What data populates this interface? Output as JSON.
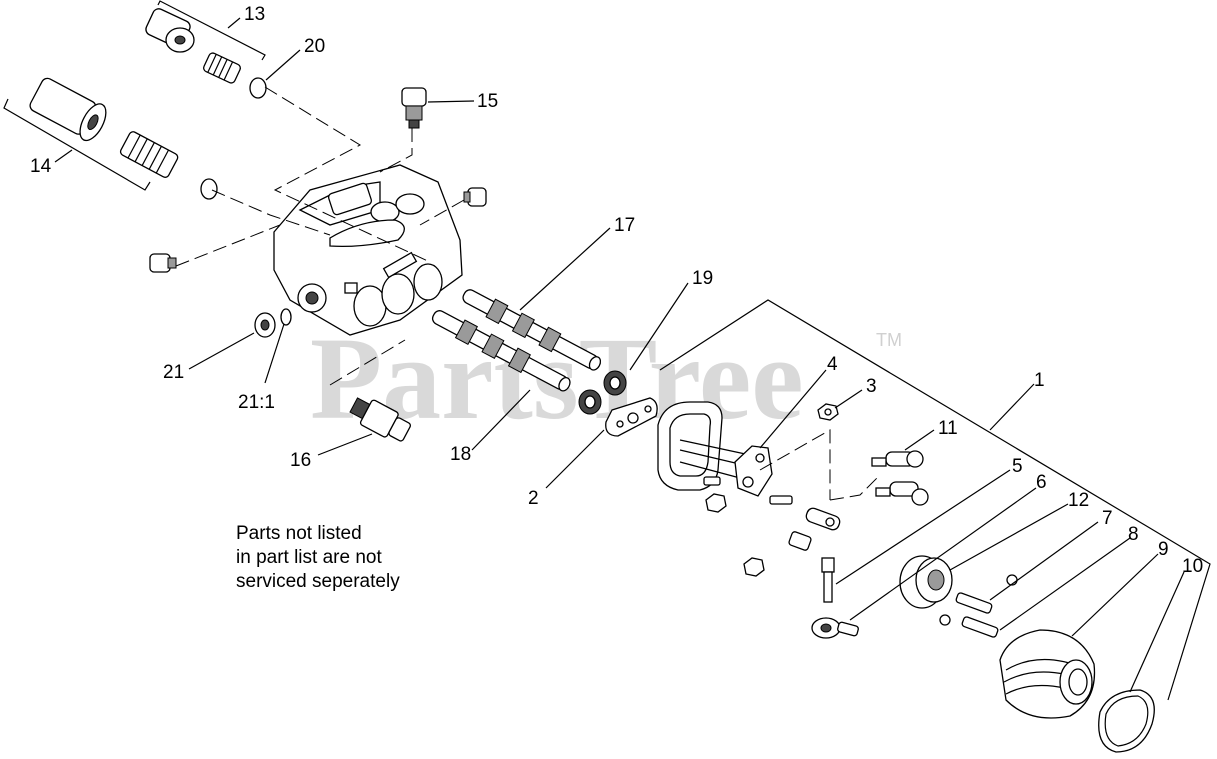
{
  "watermark": {
    "text": "PartsTree",
    "trademark": "TM"
  },
  "note": {
    "lines": [
      "Parts not listed",
      "in part list are not",
      "serviced seperately"
    ]
  },
  "callouts": {
    "c1": "1",
    "c2": "2",
    "c3": "3",
    "c4": "4",
    "c5": "5",
    "c6": "6",
    "c7": "7",
    "c8": "8",
    "c9": "9",
    "c10": "10",
    "c11": "11",
    "c12": "12",
    "c13": "13",
    "c14": "14",
    "c15": "15",
    "c16": "16",
    "c17": "17",
    "c18": "18",
    "c19": "19",
    "c20": "20",
    "c21": "21",
    "c21_1": "21:1"
  }
}
